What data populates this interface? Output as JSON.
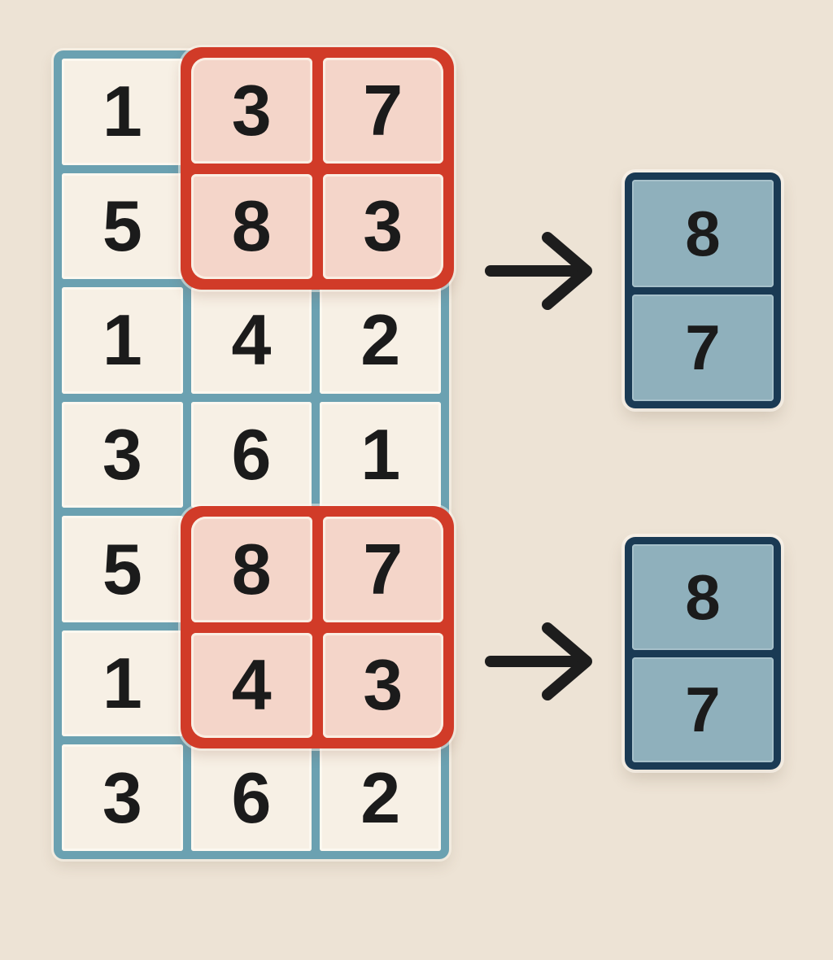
{
  "diagram": {
    "type": "max-pooling-illustration",
    "grid": {
      "columns": 3,
      "rows": 7,
      "cells": [
        1,
        3,
        7,
        5,
        8,
        3,
        1,
        4,
        2,
        3,
        6,
        1,
        5,
        8,
        7,
        1,
        4,
        3,
        3,
        6,
        2
      ]
    },
    "highlight_windows": [
      {
        "position": "rows 1-2, cols 2-3",
        "cells": [
          3,
          7,
          8,
          3
        ]
      },
      {
        "position": "rows 5-6, cols 2-3",
        "cells": [
          8,
          7,
          4,
          3
        ]
      }
    ],
    "arrows": [
      {
        "direction": "right"
      },
      {
        "direction": "right"
      }
    ],
    "outputs": [
      {
        "cells": [
          8,
          7
        ]
      },
      {
        "cells": [
          8,
          7
        ]
      }
    ]
  },
  "colors": {
    "canvas_bg": "#ede3d5",
    "grid_line_blue": "#6ba1b1",
    "cell_cream": "#f7f0e5",
    "cell_outline": "#fcf8f0",
    "highlight_red": "#d13b28",
    "highlight_pink": "#f4d5c9",
    "pink_outline": "#faeee3",
    "output_navy": "#1a3a54",
    "output_steel": "#8fb0bc",
    "steel_outline": "#a6c0ca",
    "text_black": "#1b1b1b"
  }
}
